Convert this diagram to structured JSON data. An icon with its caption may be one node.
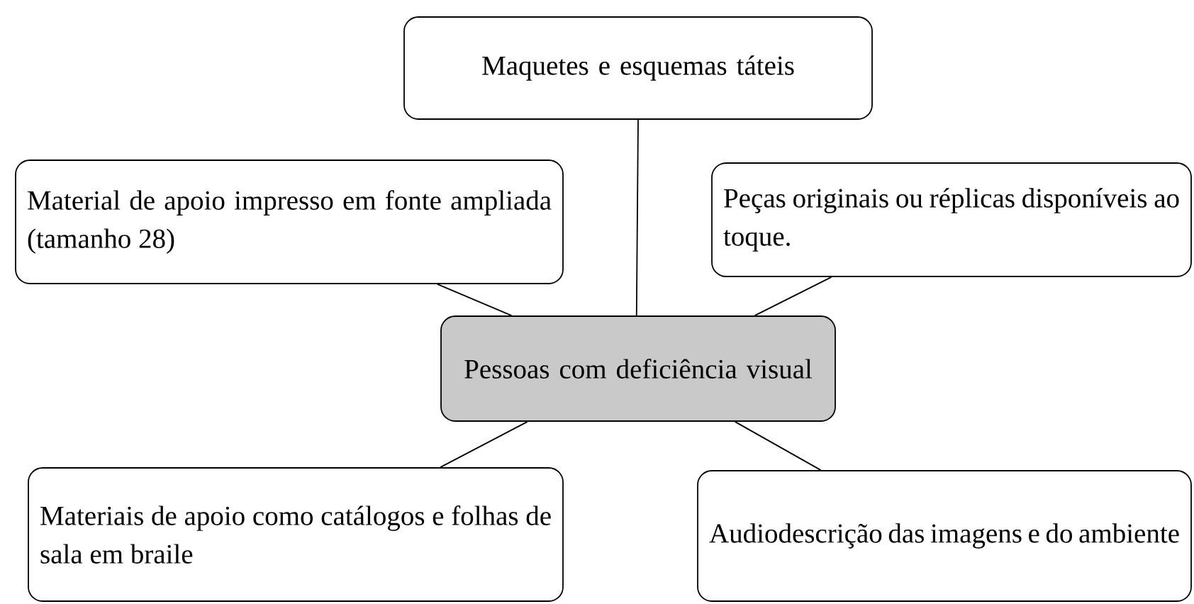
{
  "diagram": {
    "nodes": [
      {
        "text": [
          "Maquetes e esquemas táteis"
        ]
      },
      {
        "text": [
          "Material de apoio impresso em fonte ampliada (tamanho 28)"
        ]
      },
      {
        "text": [
          "Peças originais ou réplicas disponíveis ao toque."
        ]
      },
      {
        "text": [
          "Pessoas com deficiência visual"
        ]
      },
      {
        "text": [
          "Materiais de apoio como catálogos e folhas de sala em braile"
        ]
      },
      {
        "text": [
          "Audiodescrição das imagens e do ambiente"
        ]
      }
    ],
    "edges": [
      {
        "from": 0,
        "to": 3,
        "arrow": "none"
      },
      {
        "from": 1,
        "to": 3,
        "arrow": "none"
      },
      {
        "from": 2,
        "to": 3,
        "arrow": "none"
      },
      {
        "from": 4,
        "to": 3,
        "arrow": "none"
      },
      {
        "from": 5,
        "to": 3,
        "arrow": "none"
      }
    ]
  }
}
